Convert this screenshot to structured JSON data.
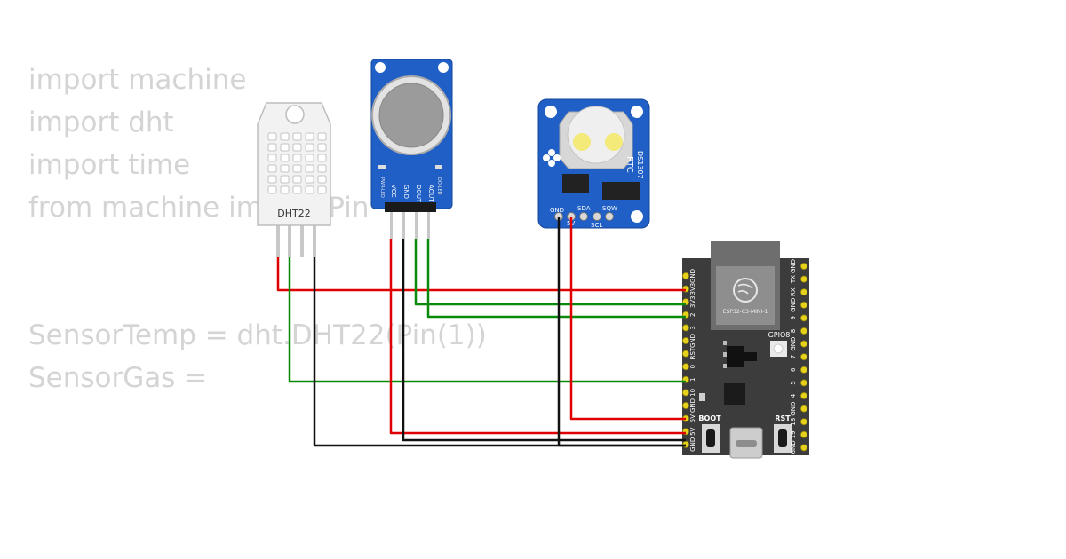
{
  "code_lines": [
    "import machine",
    "import dht",
    "import time",
    "from machine import Pin",
    "",
    "",
    "SensorTemp = dht.DHT22(Pin(1))",
    "SensorGas ="
  ],
  "dht22": {
    "label": "DHT22"
  },
  "gas_sensor": {
    "pins": [
      "VCC",
      "GND",
      "DOUT",
      "AOUT"
    ],
    "leds": [
      "PWR-LED",
      "DO-LED"
    ]
  },
  "rtc": {
    "title": "RTC",
    "chip": "DS1307",
    "pins_top": [
      "GND",
      "SDA",
      "SQW"
    ],
    "pins_bottom": [
      "5V",
      "SCL"
    ]
  },
  "esp32": {
    "module": "ESP32-C3-MINI-1",
    "led_label": "GPIO8",
    "boot_label": "BOOT",
    "rst_label": "RST",
    "left_pins": [
      "GND",
      "3V3",
      "3V3",
      "2",
      "3",
      "GND",
      "RST",
      "0",
      "1",
      "10",
      "GND",
      "5V",
      "5V",
      "GND"
    ],
    "right_pins": [
      "GND",
      "TX",
      "RX",
      "GND",
      "9",
      "8",
      "GND",
      "7",
      "6",
      "5",
      "4",
      "GND",
      "18",
      "19",
      "GND"
    ]
  },
  "colors": {
    "wire_red": "#e00000",
    "wire_green": "#0a8a0a",
    "wire_black": "#111111",
    "code_text": "#d4d4d4",
    "board_dark": "#3c3c3c",
    "pcb_blue": "#1f5fc6",
    "pin_yellow": "#e6d21a"
  }
}
